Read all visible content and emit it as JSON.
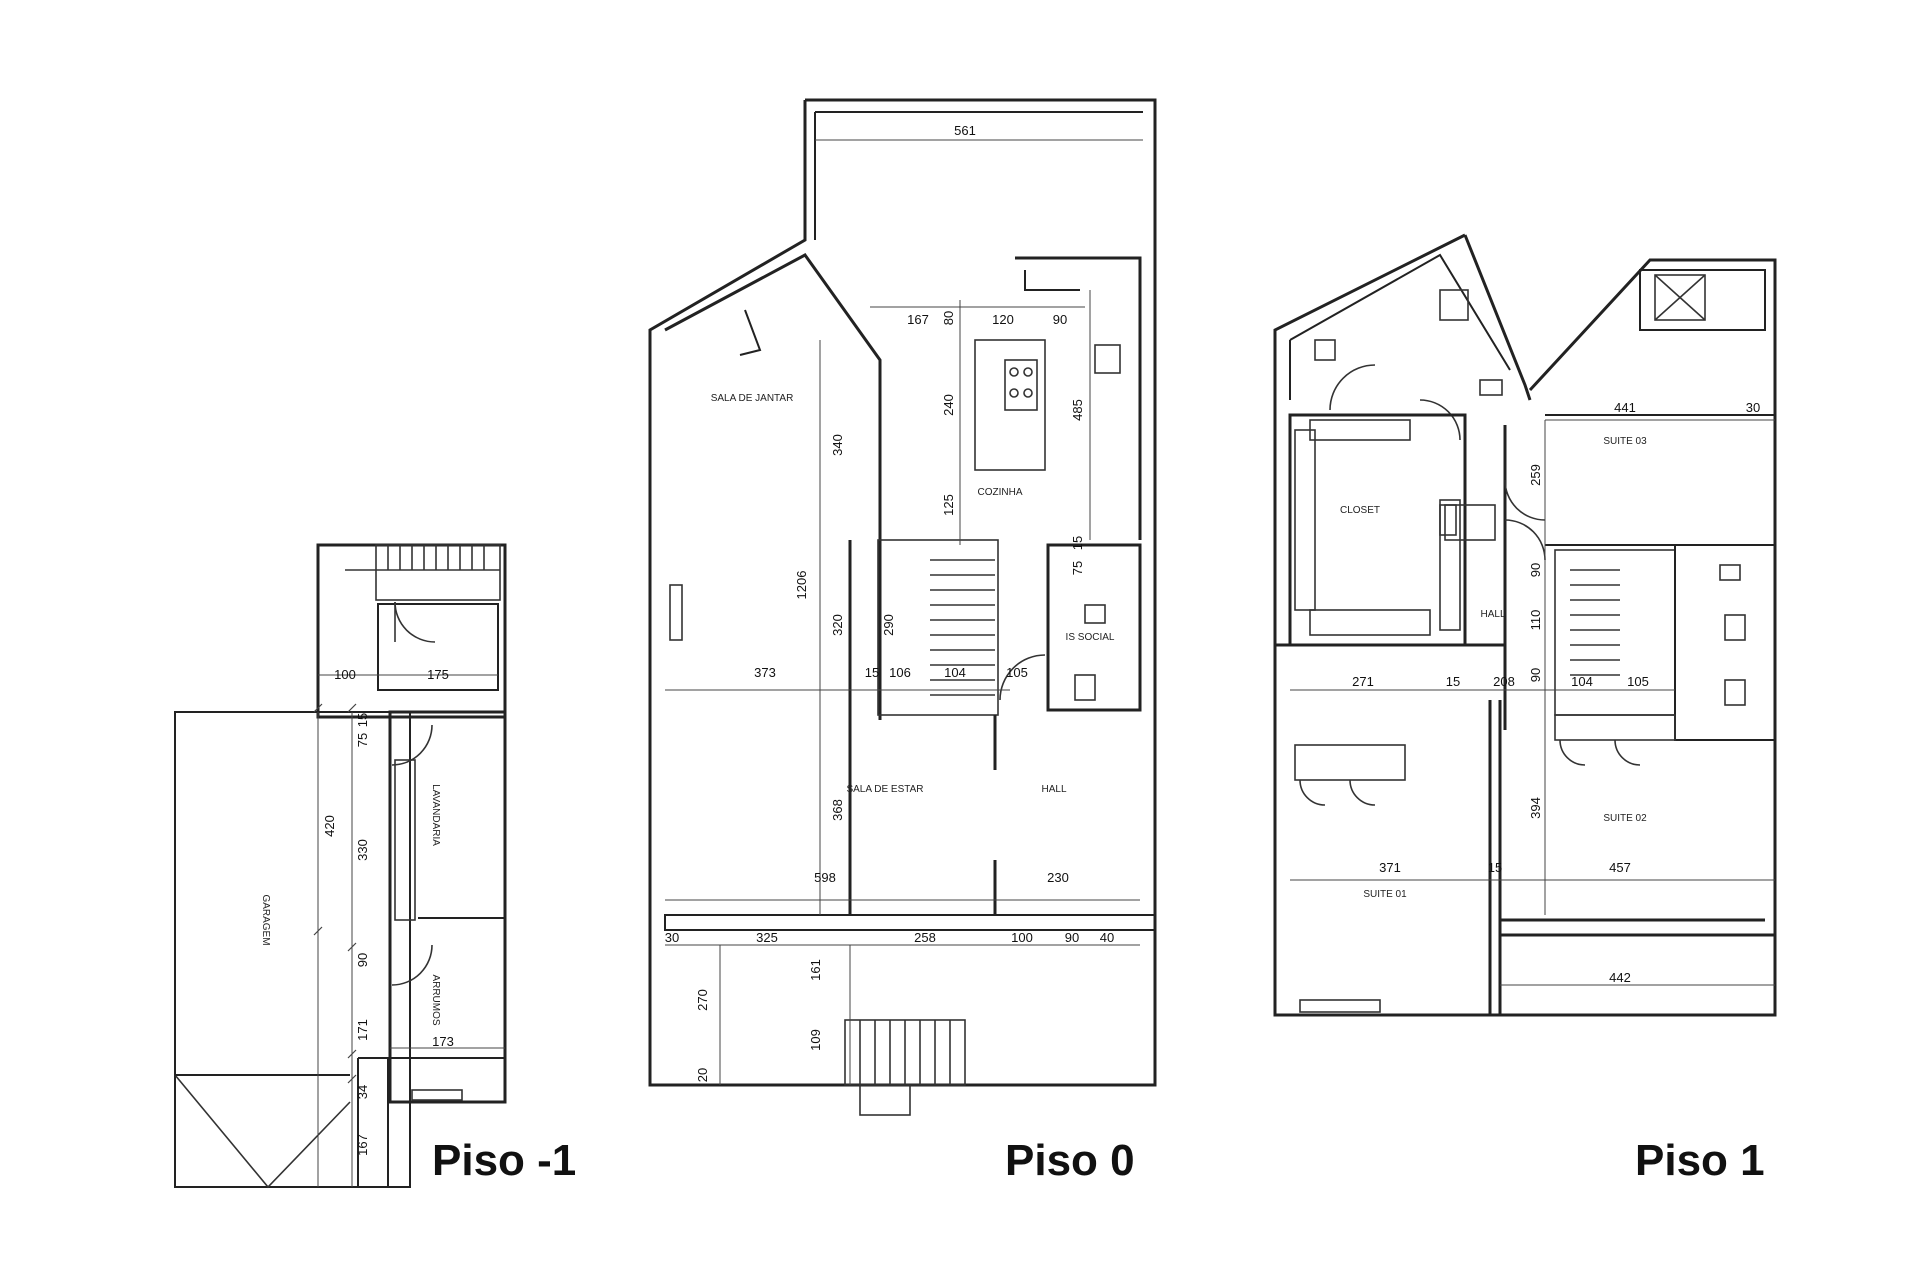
{
  "floors": {
    "p_minus1": {
      "title": "Piso -1",
      "rooms": {
        "garage": "GARAGEM",
        "laundry": "LAVANDARIA",
        "storage": "ARRUMOS"
      },
      "dims": {
        "d100": "100",
        "d175": "175",
        "d15": "15",
        "d75": "75",
        "d420": "420",
        "d330": "330",
        "d90": "90",
        "d171": "171",
        "d173": "173",
        "d34": "34",
        "d167": "167"
      }
    },
    "p0": {
      "title": "Piso 0",
      "rooms": {
        "dining": "SALA DE JANTAR",
        "kitchen": "COZINHA",
        "wc": "IS SOCIAL",
        "living": "SALA DE ESTAR",
        "hall": "HALL"
      },
      "dims": {
        "d561": "561",
        "d167": "167",
        "d80": "80",
        "d120": "120",
        "d90a": "90",
        "d240": "240",
        "d485": "485",
        "d340": "340",
        "d125": "125",
        "d15a": "15",
        "d75": "75",
        "d1206": "1206",
        "d320": "320",
        "d290": "290",
        "d373": "373",
        "d15b": "15",
        "d106": "106",
        "d104": "104",
        "d105": "105",
        "d368": "368",
        "d598": "598",
        "d230": "230",
        "d30": "30",
        "d325": "325",
        "d258": "258",
        "d100": "100",
        "d90b": "90",
        "d40": "40",
        "d270": "270",
        "d161": "161",
        "d109": "109",
        "d20": "20"
      }
    },
    "p1": {
      "title": "Piso 1",
      "rooms": {
        "closet": "CLOSET",
        "hall": "HALL",
        "suite3": "SUITE 03",
        "suite2": "SUITE 02",
        "suite1": "SUITE 01"
      },
      "dims": {
        "d441": "441",
        "d30": "30",
        "d259": "259",
        "d90a": "90",
        "d110": "110",
        "d90b": "90",
        "d271": "271",
        "d15a": "15",
        "d208": "208",
        "d104": "104",
        "d105": "105",
        "d394": "394",
        "d371": "371",
        "d15b": "15",
        "d457": "457",
        "d442": "442"
      }
    }
  }
}
